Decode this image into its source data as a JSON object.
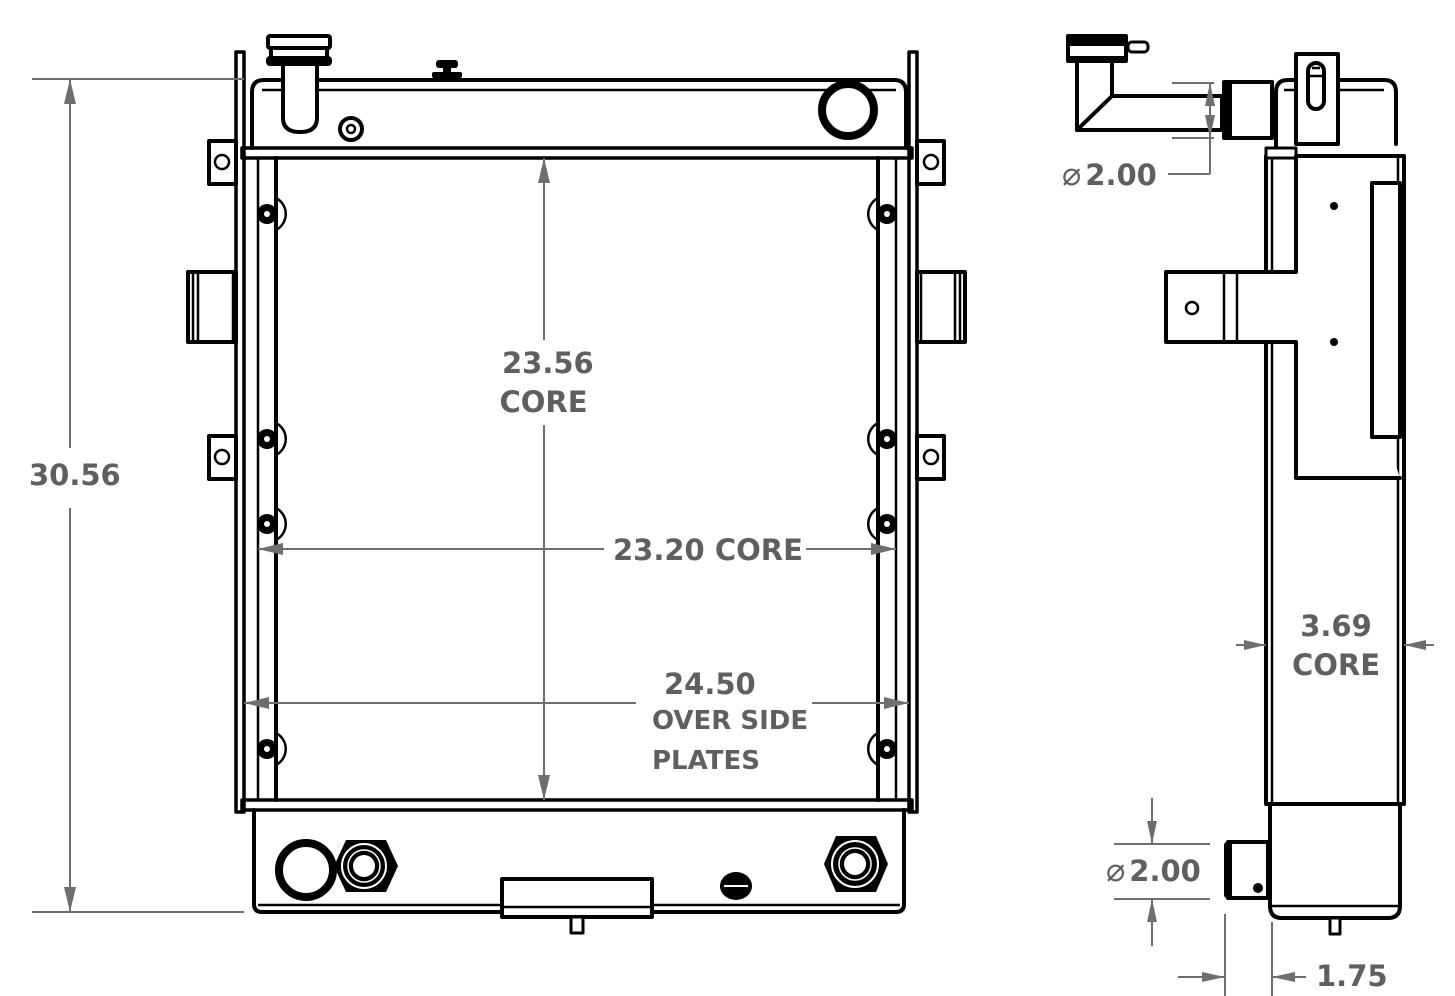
{
  "drawing": {
    "title": "Radiator assembly drawing",
    "views": [
      "front-view",
      "side-view"
    ],
    "colors": {
      "line": "#000000",
      "dimension": "#6e6e6e",
      "dimension_text": "#5f5f5f",
      "background": "#ffffff"
    }
  },
  "dimensions": {
    "overall_height": {
      "value": "30.56"
    },
    "core_height": {
      "value": "23.56",
      "label": "CORE"
    },
    "core_width": {
      "value": "23.20",
      "label": "CORE"
    },
    "over_side_plates": {
      "value": "24.50",
      "line1": "OVER SIDE",
      "line2": "PLATES"
    },
    "top_pipe_diameter": {
      "symbol": "⌀",
      "value": "2.00"
    },
    "core_depth": {
      "value": "3.69",
      "label": "CORE"
    },
    "bottom_pipe_diameter": {
      "symbol": "⌀",
      "value": "2.00"
    },
    "bottom_pipe_offset": {
      "value": "1.75"
    }
  }
}
